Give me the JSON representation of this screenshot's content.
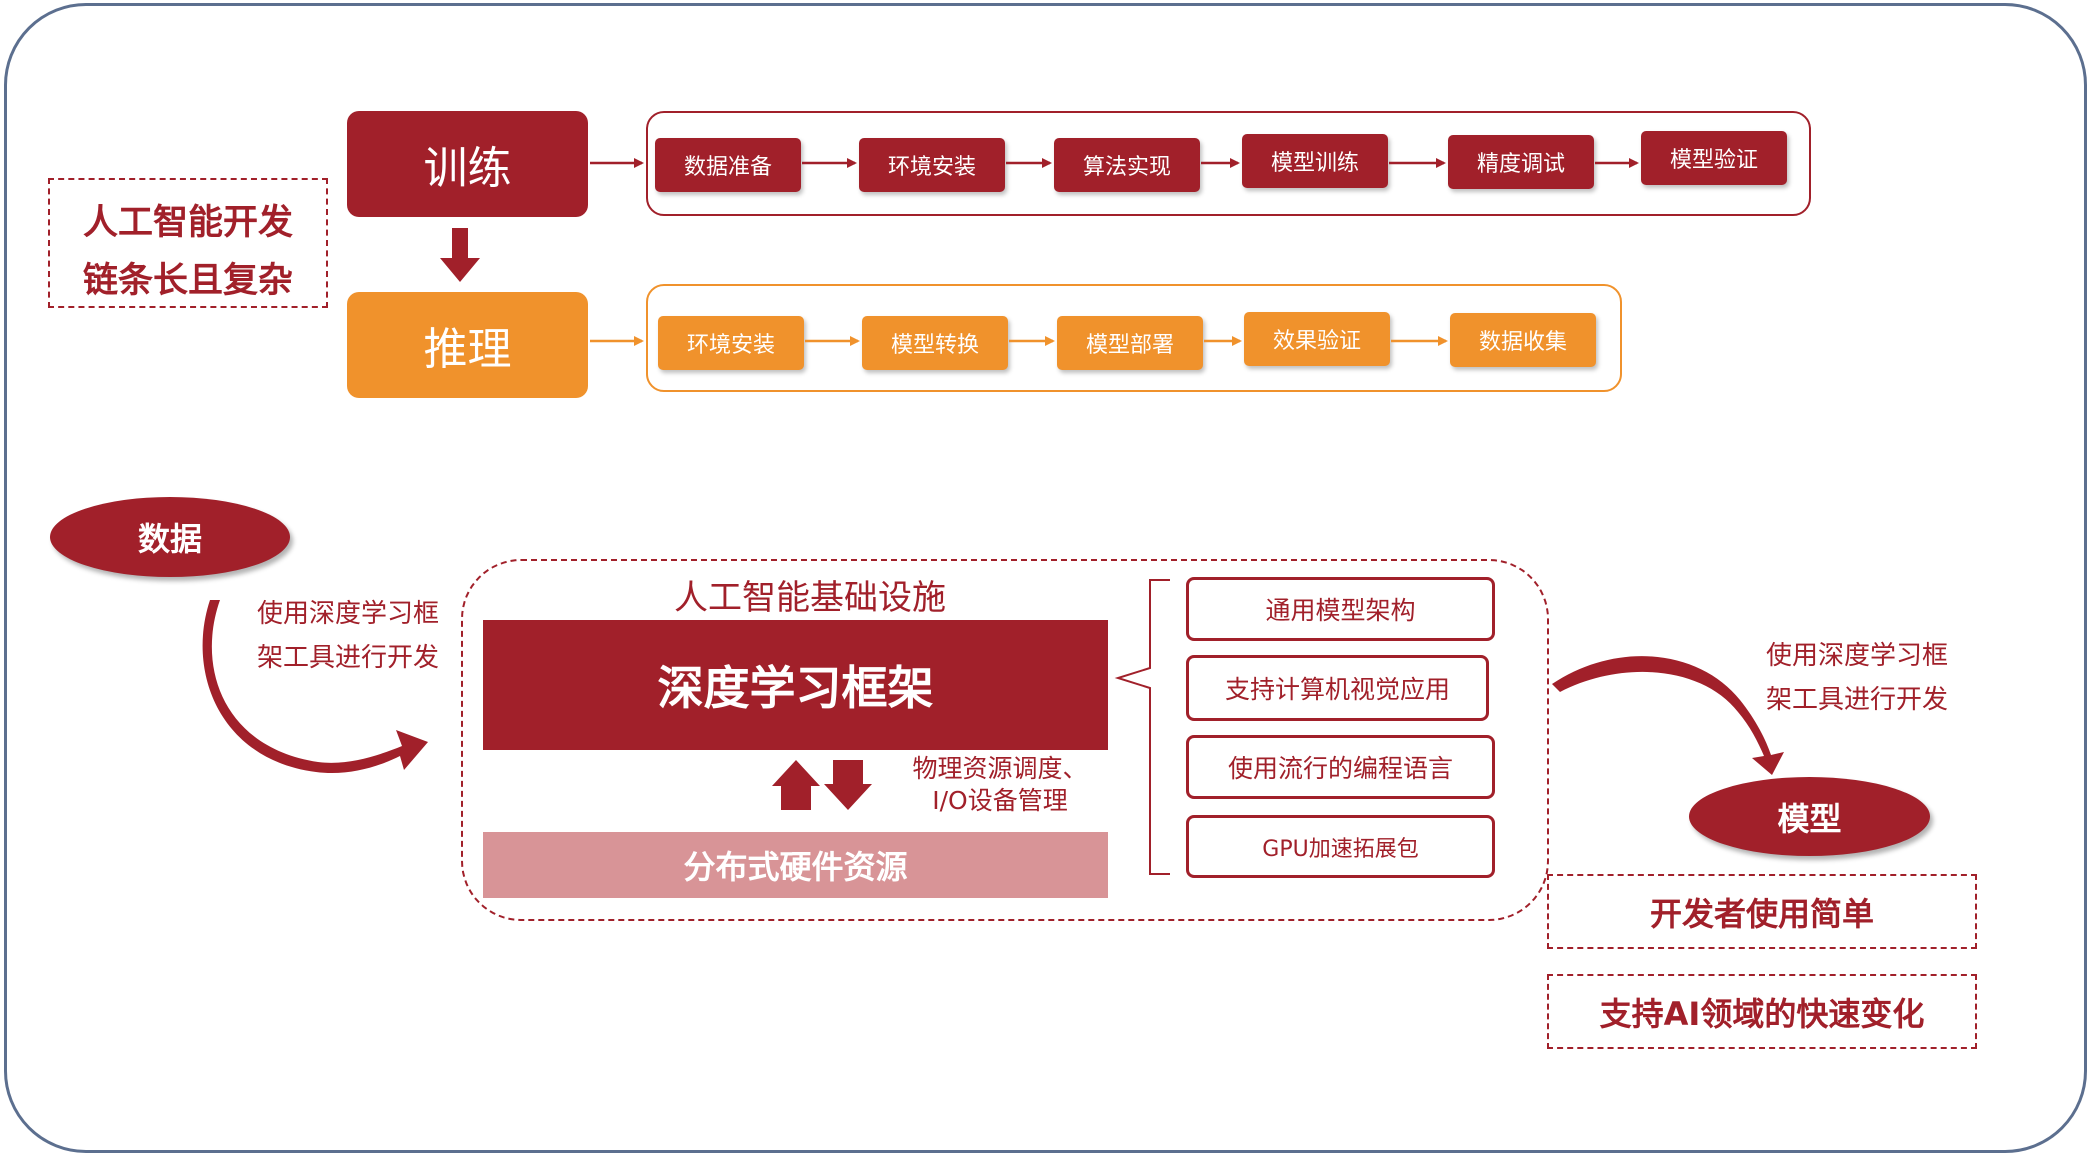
{
  "summary": {
    "line1": "人工智能开发",
    "line2": "链条长且复杂"
  },
  "training": {
    "label": "训练",
    "steps": [
      "数据准备",
      "环境安装",
      "算法实现",
      "模型训练",
      "精度调试",
      "模型验证"
    ]
  },
  "inference": {
    "label": "推理",
    "steps": [
      "环境安装",
      "模型转换",
      "模型部署",
      "效果验证",
      "数据收集"
    ]
  },
  "data_node": "数据",
  "model_node": "模型",
  "left_note": {
    "line1": "使用深度学习框",
    "line2": "架工具进行开发"
  },
  "right_note": {
    "line1": "使用深度学习框",
    "line2": "架工具进行开发"
  },
  "infra": {
    "title": "人工智能基础设施",
    "framework": "深度学习框架",
    "io": {
      "line1": "物理资源调度、",
      "line2": "I/O设备管理"
    },
    "hardware": "分布式硬件资源"
  },
  "features": [
    "通用模型架构",
    "支持计算机视觉应用",
    "使用流行的编程语言",
    "GPU加速拓展包"
  ],
  "results": [
    "开发者使用简单",
    "支持AI领域的快速变化"
  ],
  "colors": {
    "dark_red": "#a1202a",
    "orange": "#f0922c",
    "pink": "#d89497",
    "frame": "#5c6f8f"
  }
}
